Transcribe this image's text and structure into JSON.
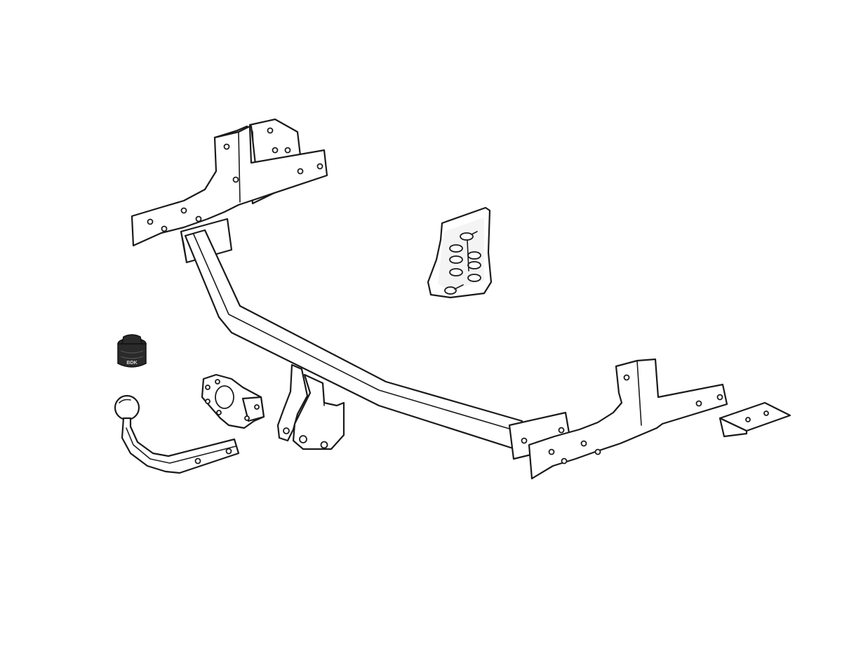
{
  "diagram": {
    "kind": "exploded-parts-illustration",
    "background": "#ffffff",
    "line_color": "#1a1a1a",
    "fill_color": "#ffffff",
    "parts": [
      "left-mounting-bracket",
      "main-crossbar",
      "center-socket-bracket",
      "right-mounting-bracket",
      "small-angle-bracket",
      "bolt-kit-card",
      "electrical-socket-cover",
      "socket-plate",
      "tow-ball-neck"
    ],
    "socket_cover_lettering": "BDK"
  }
}
